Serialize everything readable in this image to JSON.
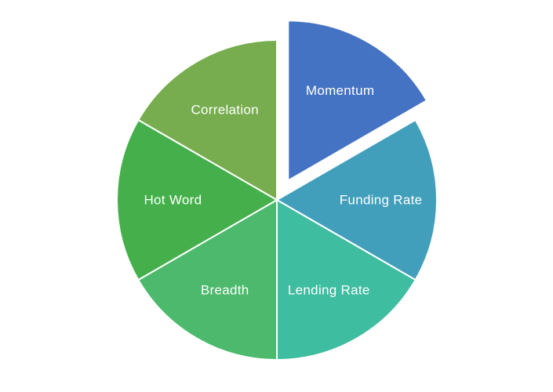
{
  "chart_data": {
    "type": "pie",
    "title": "",
    "legend": "none",
    "background": "#FFFFFF",
    "direction": "clockwise",
    "start_angle_deg": 0,
    "slice_border_color": "#FFFFFF",
    "slice_border_width": 2,
    "label_color": "#FFFFFF",
    "label_position_fraction": 0.65,
    "explode_offset_fraction": 0.14,
    "slices": [
      {
        "label": "Momentum",
        "value": 1,
        "percent": 16.67,
        "color": "#4573C4",
        "exploded": true
      },
      {
        "label": "Funding Rate",
        "value": 1,
        "percent": 16.67,
        "color": "#429FBC",
        "exploded": false
      },
      {
        "label": "Lending Rate",
        "value": 1,
        "percent": 16.67,
        "color": "#3FBDA0",
        "exploded": false
      },
      {
        "label": "Breadth",
        "value": 1,
        "percent": 16.67,
        "color": "#4CB96C",
        "exploded": false
      },
      {
        "label": "Hot Word",
        "value": 1,
        "percent": 16.67,
        "color": "#45B04B",
        "exploded": false
      },
      {
        "label": "Correlation",
        "value": 1,
        "percent": 16.67,
        "color": "#77AD4F",
        "exploded": false
      }
    ]
  }
}
